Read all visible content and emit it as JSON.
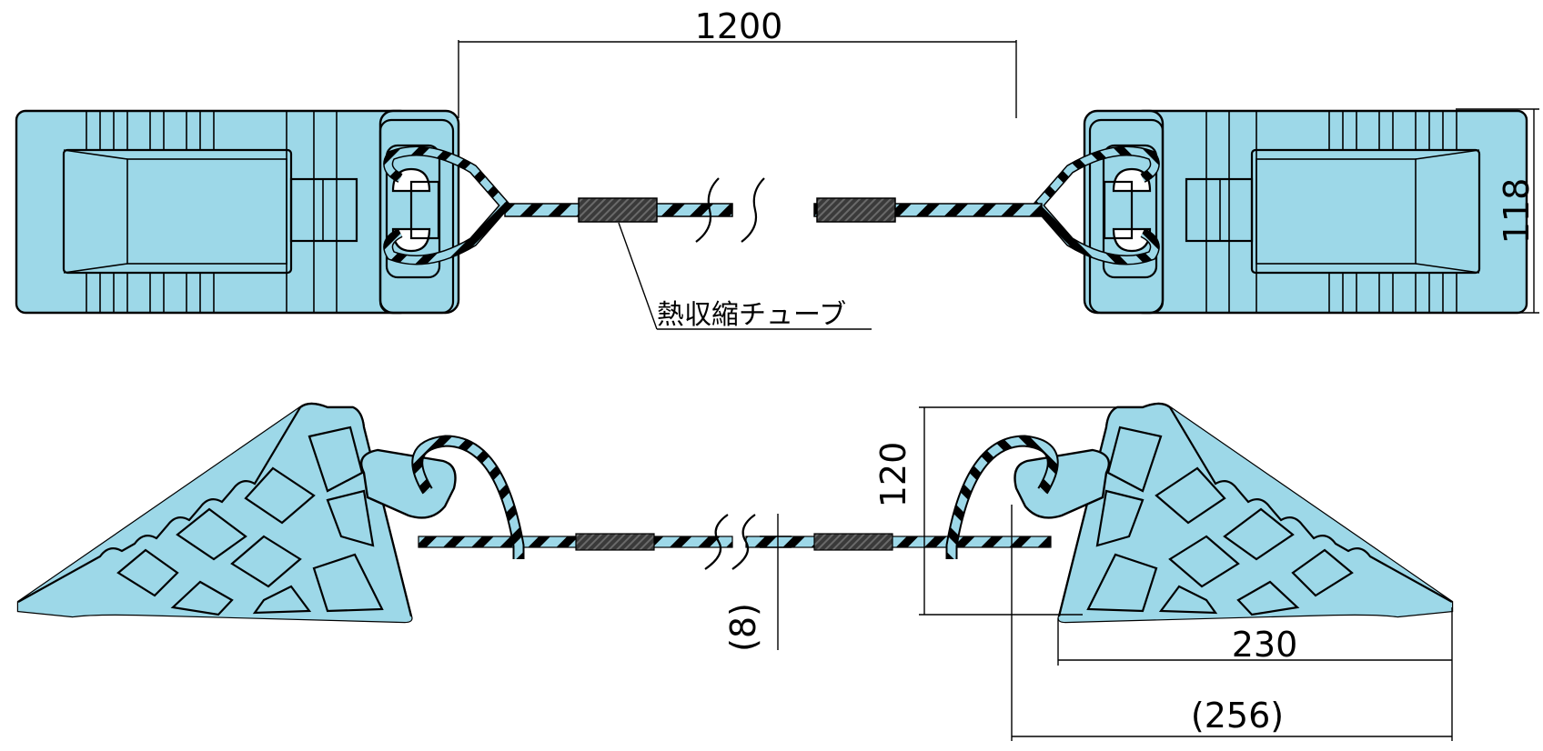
{
  "dimensions": {
    "cable_length": "1200",
    "top_height": "118",
    "side_height": "120",
    "cable_dia": "(8)",
    "base_length": "230",
    "total_length": "(256)"
  },
  "labels": {
    "heat_shrink_tube": "熱収縮チューブ"
  },
  "colors": {
    "body": "#9dd8e8",
    "line": "#000000",
    "tube": "#3a3a3a"
  }
}
